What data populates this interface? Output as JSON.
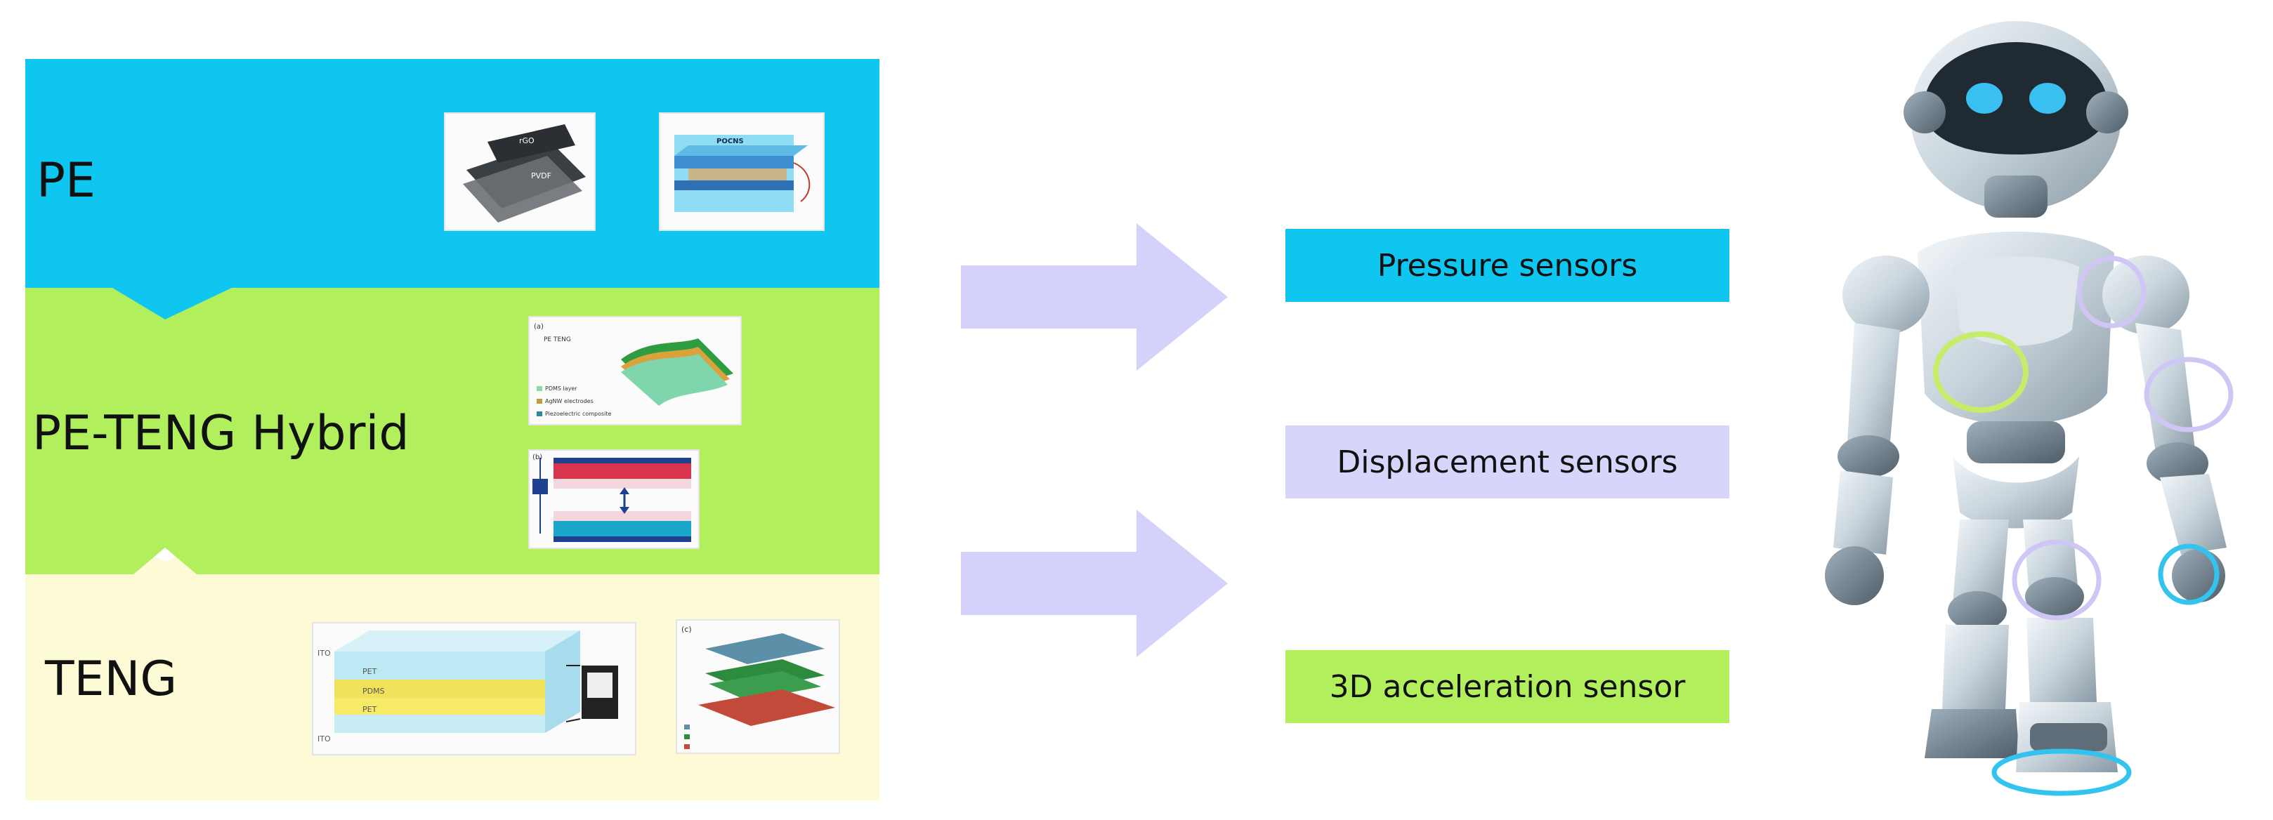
{
  "bands": [
    {
      "label": "PE",
      "color": "#0fc6f0"
    },
    {
      "label": "PE-TENG Hybrid",
      "color": "#b1ef5c"
    },
    {
      "label": "TENG",
      "color": "#fdfbd5"
    }
  ],
  "thumb_texts": {
    "pe1_a": "rGO",
    "pe1_b": "PVDF",
    "pe2_a": "POCNS",
    "hy1_tag": "(a)",
    "hy1_title": "PE    TENG",
    "hy1_legend": [
      "PDMS layer",
      "AgNW electrodes",
      "Piezoelectric composite"
    ],
    "hy2_tag": "(b)",
    "teng1_layers": [
      "ITO",
      "PET",
      "PDMS",
      "PET",
      "ITO"
    ],
    "teng2_tag": "(c)"
  },
  "sensors": [
    {
      "label": "Pressure sensors",
      "color": "#0fc6f0"
    },
    {
      "label": "Displacement sensors",
      "color": "#d7d5fa"
    },
    {
      "label": "3D acceleration sensor",
      "color": "#b1ef5c"
    }
  ],
  "colors": {
    "arrow": "#d4d2fa",
    "robot_body": "#c8d4dc",
    "robot_shade": "#7f8f9b",
    "ring_green": "#c6ec6a",
    "ring_lilac": "#cfc6f5",
    "ring_blue": "#32c3ee"
  }
}
